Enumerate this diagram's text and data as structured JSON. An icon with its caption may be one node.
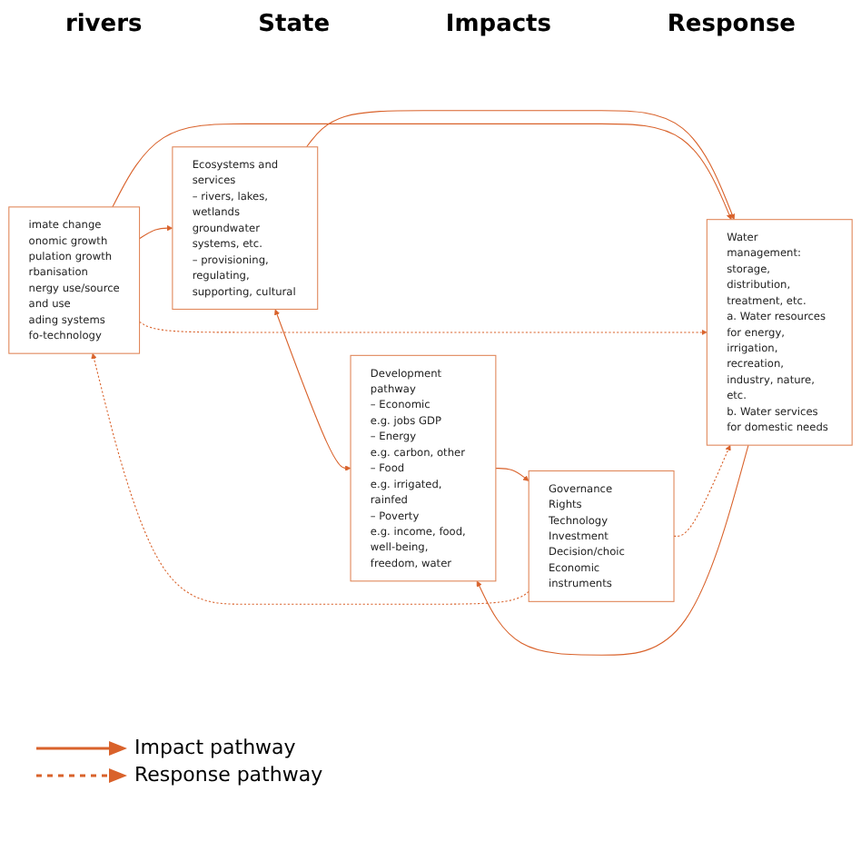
{
  "diagram": {
    "nodes": [
      {
        "text": [
          "imate change",
          "onomic growth",
          "pulation growth",
          "rbanisation",
          "nergy use/source",
          "and use",
          "ading systems",
          "fo-technology"
        ]
      },
      {
        "text": [
          "Ecosystems and services",
          "– rivers, lakes, wetlands groundwater systems, etc.",
          "– provisioning, regulating, supporting, cultural"
        ]
      },
      {
        "text": [
          "Water management: storage, distribution, treatment, etc.",
          "a. Water resources for energy, irrigation, recreation, industry, nature, etc.",
          "b. Water services for domestic needs"
        ]
      },
      {
        "text": [
          "Development pathway",
          "– Economic",
          "e.g. jobs GDP",
          "– Energy",
          "e.g. carbon, other",
          "– Food",
          "e.g. irrigated, rainfed",
          "– Poverty",
          "e.g. income, food, well-being, freedom, water"
        ]
      },
      {
        "text": [
          "Governance",
          "Rights",
          "Technology",
          "Investment",
          "Decision/choic",
          "Economic instruments"
        ]
      }
    ],
    "edges": [
      {
        "from": 0,
        "to": 1,
        "arrow": "to"
      },
      {
        "from": 1,
        "to": 3,
        "arrow": "both"
      },
      {
        "from": 1,
        "to": 2,
        "arrow": "to"
      },
      {
        "from": 0,
        "to": 2,
        "arrow": "to"
      },
      {
        "from": 0,
        "to": 2,
        "arrow": "to",
        "style": "dashed"
      },
      {
        "from": 2,
        "to": 3,
        "arrow": "to"
      },
      {
        "from": 3,
        "to": 4,
        "arrow": "to"
      },
      {
        "from": 4,
        "to": 0,
        "arrow": "to",
        "style": "dashed"
      },
      {
        "from": 4,
        "to": 2,
        "arrow": "to",
        "style": "dashed"
      }
    ],
    "labels": [
      "rivers",
      "State",
      "Impacts",
      "Response"
    ],
    "legend": [
      {
        "text": "Impact pathway"
      },
      {
        "text": "Response pathway"
      }
    ]
  }
}
